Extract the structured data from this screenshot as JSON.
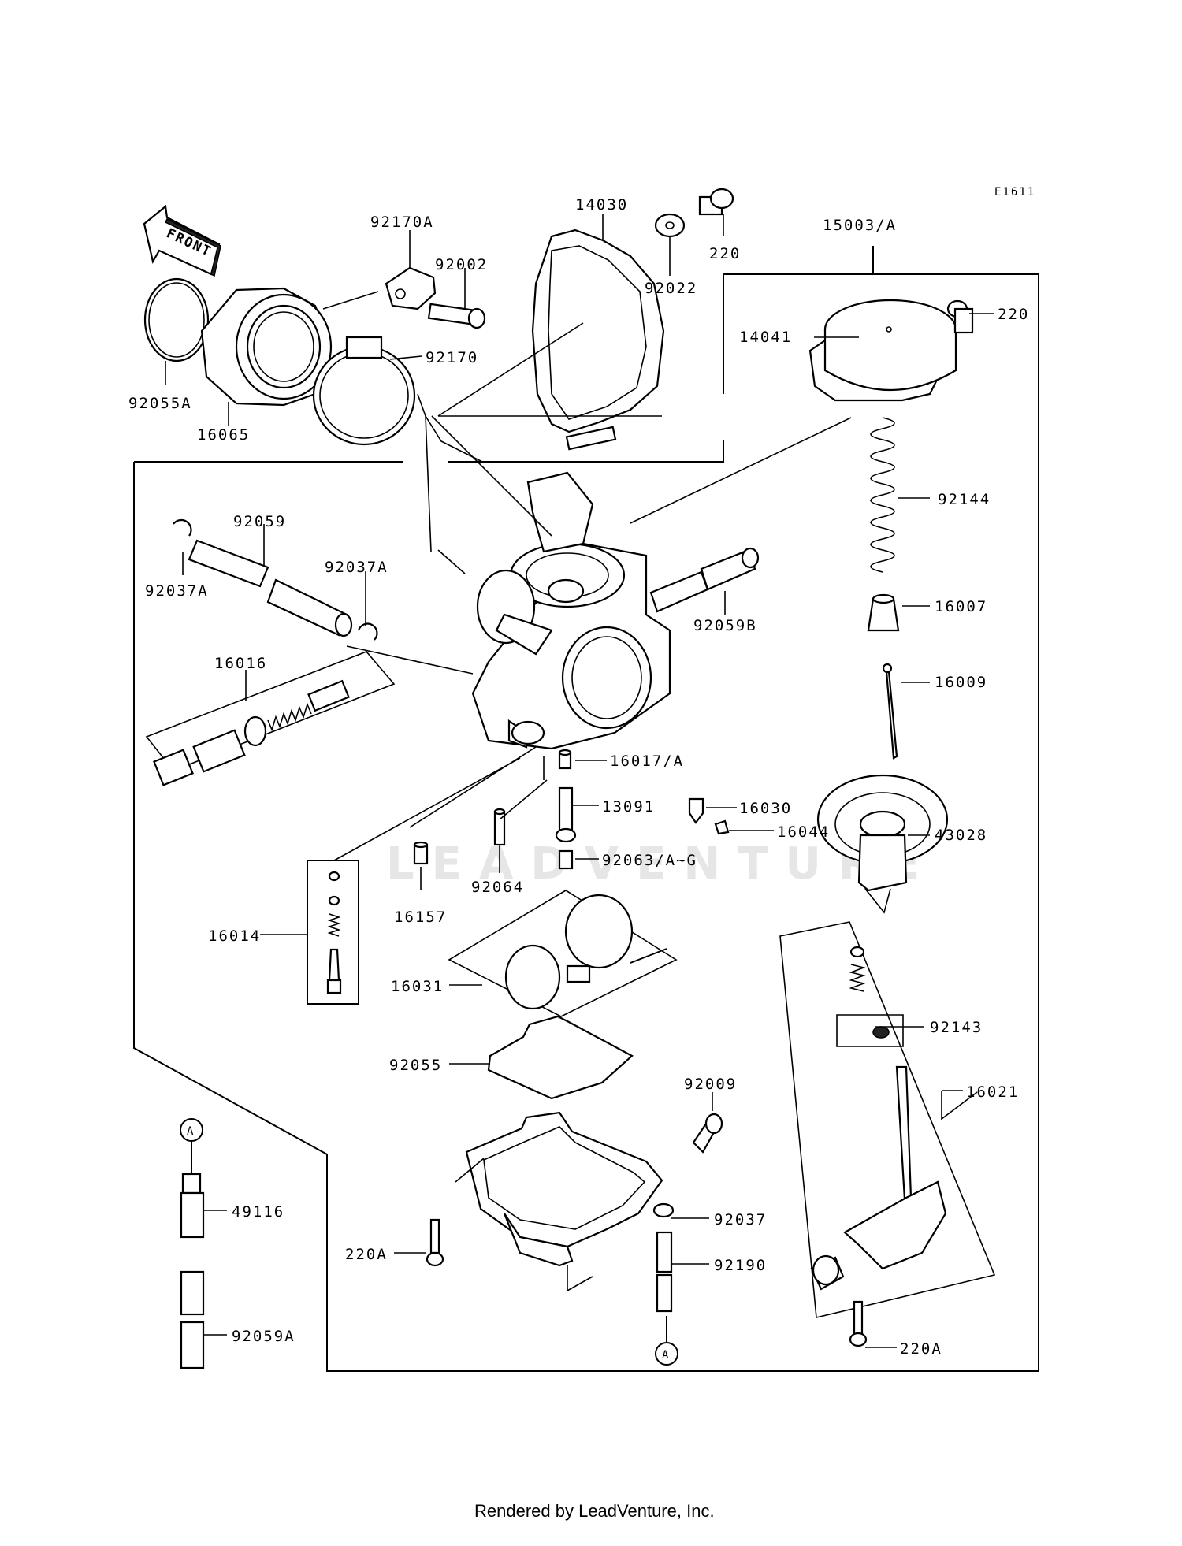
{
  "diagram": {
    "code": "E1611",
    "front_label": "FRONT",
    "watermark": "LEADVENTURE",
    "footer": "Rendered by LeadVenture, Inc.",
    "ref_mark": "A",
    "parts": [
      {
        "id": "p-92170a",
        "label": "92170A"
      },
      {
        "id": "p-92002",
        "label": "92002"
      },
      {
        "id": "p-14030",
        "label": "14030"
      },
      {
        "id": "p-92022",
        "label": "92022"
      },
      {
        "id": "p-220-top",
        "label": "220"
      },
      {
        "id": "p-15003",
        "label": "15003/A"
      },
      {
        "id": "p-220-right",
        "label": "220"
      },
      {
        "id": "p-14041",
        "label": "14041"
      },
      {
        "id": "p-92170",
        "label": "92170"
      },
      {
        "id": "p-92055a",
        "label": "92055A"
      },
      {
        "id": "p-16065",
        "label": "16065"
      },
      {
        "id": "p-92144",
        "label": "92144"
      },
      {
        "id": "p-92059",
        "label": "92059"
      },
      {
        "id": "p-92037a-left",
        "label": "92037A"
      },
      {
        "id": "p-92037a-right",
        "label": "92037A"
      },
      {
        "id": "p-92059b",
        "label": "92059B"
      },
      {
        "id": "p-16007",
        "label": "16007"
      },
      {
        "id": "p-16016",
        "label": "16016"
      },
      {
        "id": "p-16009",
        "label": "16009"
      },
      {
        "id": "p-16017",
        "label": "16017/A"
      },
      {
        "id": "p-13091",
        "label": "13091"
      },
      {
        "id": "p-16030",
        "label": "16030"
      },
      {
        "id": "p-16044",
        "label": "16044"
      },
      {
        "id": "p-43028",
        "label": "43028"
      },
      {
        "id": "p-92063",
        "label": "92063/A~G"
      },
      {
        "id": "p-92064",
        "label": "92064"
      },
      {
        "id": "p-16157",
        "label": "16157"
      },
      {
        "id": "p-16014",
        "label": "16014"
      },
      {
        "id": "p-16031",
        "label": "16031"
      },
      {
        "id": "p-92143",
        "label": "92143"
      },
      {
        "id": "p-92055",
        "label": "92055"
      },
      {
        "id": "p-92009",
        "label": "92009"
      },
      {
        "id": "p-16021",
        "label": "16021"
      },
      {
        "id": "p-49116",
        "label": "49116"
      },
      {
        "id": "p-92037",
        "label": "92037"
      },
      {
        "id": "p-220a-left",
        "label": "220A"
      },
      {
        "id": "p-92190",
        "label": "92190"
      },
      {
        "id": "p-220a-right",
        "label": "220A"
      },
      {
        "id": "p-92059a",
        "label": "92059A"
      }
    ]
  }
}
